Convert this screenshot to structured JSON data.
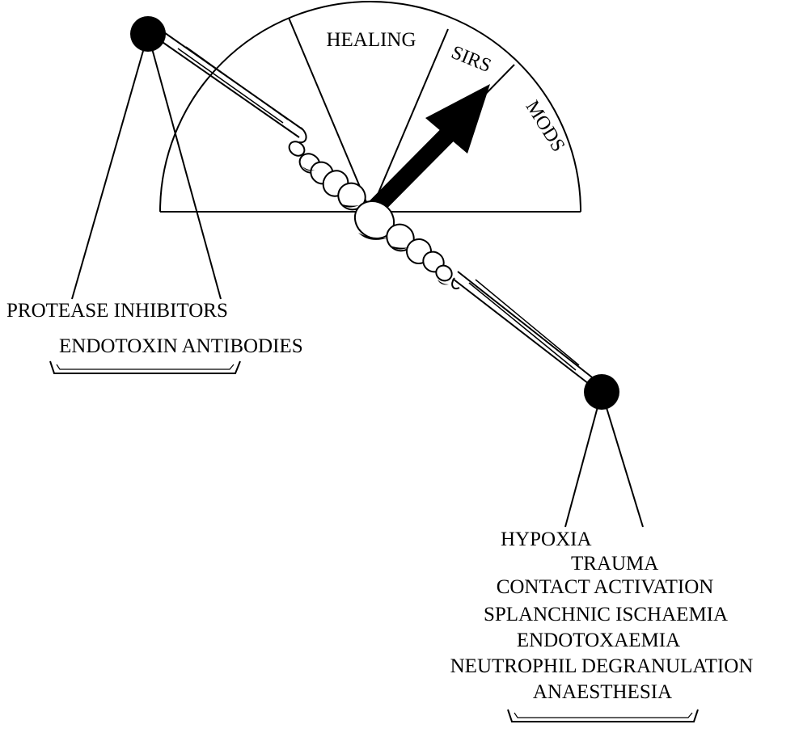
{
  "gauge": {
    "segments": {
      "healing": "HEALING",
      "sirs": "SIRS",
      "mods": "MODS"
    }
  },
  "left_group": {
    "items": [
      "PROTEASE INHIBITORS",
      "ENDOTOXIN ANTIBODIES"
    ]
  },
  "right_group": {
    "items": [
      "HYPOXIA",
      "TRAUMA",
      "CONTACT ACTIVATION",
      "SPLANCHNIC ISCHAEMIA",
      "ENDOTOXAEMIA",
      "NEUTROPHIL DEGRANULATION",
      "ANAESTHESIA"
    ]
  },
  "colors": {
    "ink": "#000000",
    "paper": "#ffffff"
  }
}
